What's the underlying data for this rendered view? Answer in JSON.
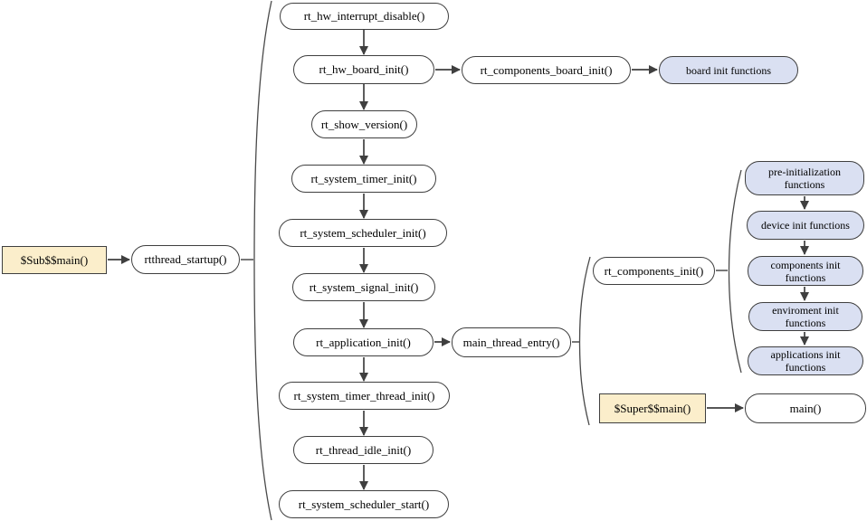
{
  "diagram": {
    "title_hint": "RT-Thread startup flow",
    "colors": {
      "background": "#ffffff",
      "node_border": "#3f3f3f",
      "arrow": "#3f3f3f",
      "highlight_fill": "#FBEECB",
      "group_function_fill": "#DAE0F2",
      "text": "#000000"
    },
    "nodes": {
      "sub_main": {
        "label": "$Sub$$main()"
      },
      "rtthread_startup": {
        "label": "rtthread_startup()"
      },
      "hw_interrupt_disable": {
        "label": "rt_hw_interrupt_disable()"
      },
      "hw_board_init": {
        "label": "rt_hw_board_init()"
      },
      "components_board_init": {
        "label": "rt_components_board_init()"
      },
      "board_init_functions": {
        "label": "board init functions"
      },
      "show_version": {
        "label": "rt_show_version()"
      },
      "system_timer_init": {
        "label": "rt_system_timer_init()"
      },
      "system_scheduler_init": {
        "label": "rt_system_scheduler_init()"
      },
      "system_signal_init": {
        "label": "rt_system_signal_init()"
      },
      "application_init": {
        "label": "rt_application_init()"
      },
      "system_timer_thread_init": {
        "label": "rt_system_timer_thread_init()"
      },
      "thread_idle_init": {
        "label": "rt_thread_idle_init()"
      },
      "system_scheduler_start": {
        "label": "rt_system_scheduler_start()"
      },
      "main_thread_entry": {
        "label": "main_thread_entry()"
      },
      "components_init": {
        "label": "rt_components_init()"
      },
      "pre_init_functions": {
        "label": "pre-initialization functions"
      },
      "device_init_functions": {
        "label": "device init functions"
      },
      "components_init_functions": {
        "label": "components init functions"
      },
      "environment_init_functions": {
        "label": "enviroment init functions"
      },
      "applications_init_functions": {
        "label": "applications init functions"
      },
      "super_main": {
        "label": "$Super$$main()"
      },
      "main": {
        "label": "main()"
      }
    }
  }
}
